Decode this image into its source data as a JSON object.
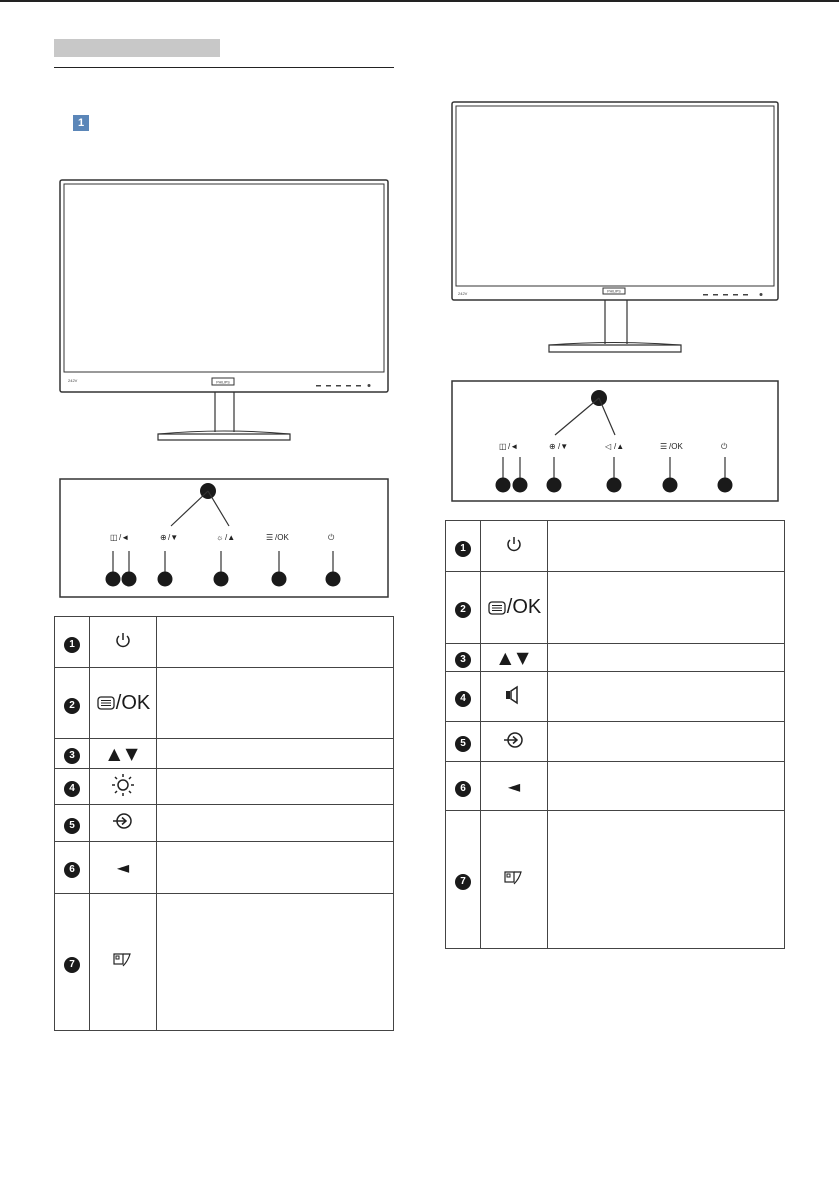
{
  "header": {
    "step_number": "1"
  },
  "monitor_brand": "PHILIPS",
  "panel_left": {
    "labels": [
      "/◄",
      "/▼",
      "/▲",
      "/OK"
    ],
    "callout_icons": [
      "input-select-icon",
      "brightness-icon",
      "smartimage-icon",
      "power-icon"
    ]
  },
  "panel_right": {
    "labels": [
      "/◄",
      "/▼",
      "/▲",
      "/OK"
    ],
    "callout_icons": [
      "input-select-icon",
      "volume-icon",
      "smartimage-icon",
      "power-icon"
    ]
  },
  "table_left": {
    "rows": [
      {
        "num": "1",
        "icon": "power-icon"
      },
      {
        "num": "2",
        "icon": "menu-ok-icon",
        "text": "/OK"
      },
      {
        "num": "3",
        "icon": "up-down-arrows-icon",
        "text": "▲ ▼"
      },
      {
        "num": "4",
        "icon": "brightness-icon"
      },
      {
        "num": "5",
        "icon": "input-icon"
      },
      {
        "num": "6",
        "icon": "back-arrow-icon",
        "text": "◄"
      },
      {
        "num": "7",
        "icon": "smartimage-icon"
      }
    ]
  },
  "table_right": {
    "rows": [
      {
        "num": "1",
        "icon": "power-icon"
      },
      {
        "num": "2",
        "icon": "menu-ok-icon",
        "text": "/OK"
      },
      {
        "num": "3",
        "icon": "up-down-arrows-icon",
        "text": "▲ ▼"
      },
      {
        "num": "4",
        "icon": "volume-icon"
      },
      {
        "num": "5",
        "icon": "input-icon"
      },
      {
        "num": "6",
        "icon": "back-arrow-icon",
        "text": "◄"
      },
      {
        "num": "7",
        "icon": "smartimage-icon"
      }
    ]
  }
}
